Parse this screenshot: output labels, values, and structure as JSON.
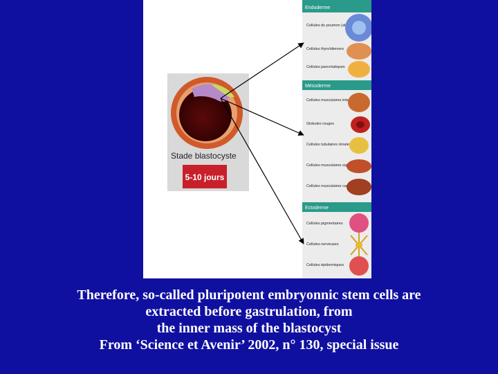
{
  "figure": {
    "stage_label": "Stade blastocyste",
    "duration_label": "5-10 jours",
    "sections": [
      {
        "name": "Endoderme",
        "cells": [
          "Cellules du poumon (alvéoles)",
          "Cellules thyroïdiennes",
          "Cellules pancréatiques"
        ]
      },
      {
        "name": "Mésoderme",
        "cells": [
          "Cellules musculaires intestinales",
          "Globules rouges",
          "Cellules tubulaires rénales",
          "Cellules musculaires squelettiques",
          "Cellules musculaires cardiaques"
        ]
      },
      {
        "name": "Ectoderme",
        "cells": [
          "Cellules pigmentaires",
          "Cellules nerveuses",
          "Cellules épidermiques"
        ]
      }
    ]
  },
  "caption": {
    "line1": "Therefore, so-called pluripotent  embryonnic  stem cells are",
    "line2": "extracted  before gastrulation, from",
    "line3": "the inner mass of the blastocyst",
    "line4": "From ‘Science et Avenir’ 2002, n° 130, special issue"
  },
  "colors": {
    "background": "#1010a0",
    "section_band": "#2a9a8a",
    "duration_box": "#c8202a",
    "blastocyst_shell": "#d05a2a"
  }
}
